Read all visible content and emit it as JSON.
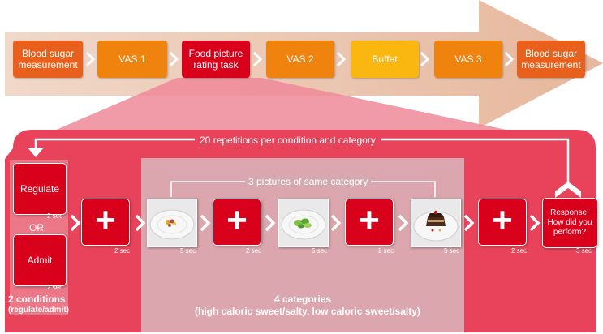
{
  "top_sequence": [
    {
      "label": "Blood sugar measurement",
      "color": "#e8601c"
    },
    {
      "label": "VAS 1",
      "color": "#f0820e"
    },
    {
      "label": "Food picture rating task",
      "color": "#d9001b"
    },
    {
      "label": "VAS 2",
      "color": "#f0820e"
    },
    {
      "label": "Buffet",
      "color": "#f9b70f"
    },
    {
      "label": "VAS 3",
      "color": "#f0820e"
    },
    {
      "label": "Blood sugar measurement",
      "color": "#e8601c"
    }
  ],
  "task": {
    "repetitions_label": "20 repetitions per condition and category",
    "same_category_label": "3 pictures of same category",
    "conditions": {
      "regulate": "Regulate",
      "or": "OR",
      "admit": "Admit",
      "caption_line1": "2 conditions",
      "caption_line2": "(regulate/admit)"
    },
    "fixation_symbol": "+",
    "response_label": "Response: How did you perform?",
    "categories_line1": "4 categories",
    "categories_line2": "(high caloric sweet/salty, low caloric sweet/salty)",
    "durations": {
      "regulate": "2 sec",
      "admit": "2 sec",
      "fix1": "2 sec",
      "pic1": "5 sec",
      "fix2": "2 sec",
      "pic2": "5 sec",
      "fix3": "2 sec",
      "pic3": "5 sec",
      "fix4": "2 sec",
      "response": "3 sec"
    },
    "pictures": [
      "plate-with-small-food-icon",
      "plate-with-green-vegetables-icon",
      "plate-with-chocolate-cake-icon"
    ]
  },
  "colors": {
    "arrow": "#ecc8b4",
    "panel": "#e8425a",
    "panel_light": "#ea6f82",
    "box_red": "#d9001b",
    "gray_overlay": "#c8c8c8"
  }
}
